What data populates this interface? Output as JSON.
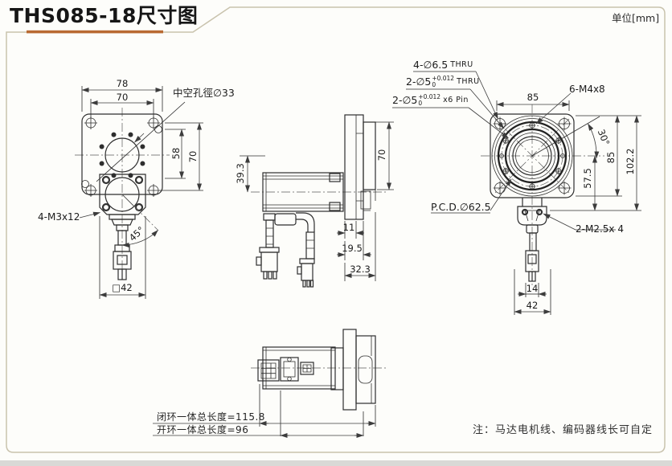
{
  "header": {
    "title": "THS085-18尺寸图",
    "unit": "单位[mm]"
  },
  "front_view": {
    "dim_width_outer": "78",
    "dim_width_inner": "70",
    "hollow_bore_label": "中空孔徑∅33",
    "dim_pin_span": "58",
    "dim_hole_span": "70",
    "screw_label": "4-M3x12",
    "angle_label": "45°",
    "dim_square_size": "□42"
  },
  "side_view": {
    "dim_top_to_center": "39.3",
    "dim_table_height": "70",
    "dim_flange_width": "11",
    "dim_flange_step": "19.5",
    "dim_total_depth": "32.3"
  },
  "face_view": {
    "corner_holes_label": "4-∅6.5",
    "corner_holes_suffix": "THRU",
    "pin_hole_prefix": "2-∅5",
    "tolerance_sup": "+0.012",
    "tolerance_sub": "0",
    "pin_thru_suffix": "THRU",
    "pin_suffix": "x6 Pin",
    "dim_width": "85",
    "tap_holes_label": "6-M4x8",
    "angle_label": "30°",
    "dim_height": "85",
    "dim_total_height": "102.2",
    "dim_center_to_connector": "57.5",
    "pcd_label": "P.C.D.∅62.5",
    "connector_screws_label": "2-M2.5x 4",
    "dim_connector_width": "14",
    "dim_motor_width": "42"
  },
  "bottom_view": {
    "closed_loop_length_label": "闭环一体总长度=115.8",
    "open_loop_length_label": "开环一体总长度=96"
  },
  "footnote": "注：马达电机线、编码器线长可自定",
  "colors": {
    "accent": "#b96a32",
    "frame_border": "#c9c3ad",
    "line": "#2e2e2e"
  }
}
